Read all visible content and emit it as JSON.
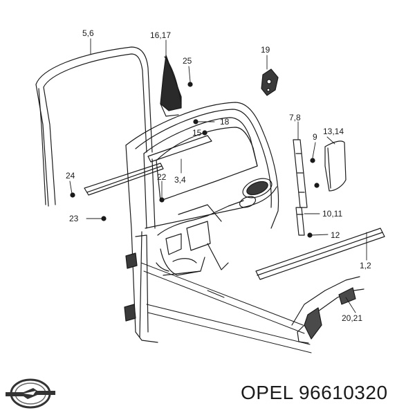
{
  "callouts": [
    {
      "id": "c56",
      "label": "5,6"
    },
    {
      "id": "c1617",
      "label": "16,17"
    },
    {
      "id": "c25",
      "label": "25"
    },
    {
      "id": "c19",
      "label": "19"
    },
    {
      "id": "c18",
      "label": "18"
    },
    {
      "id": "c15",
      "label": "15"
    },
    {
      "id": "c78",
      "label": "7,8"
    },
    {
      "id": "c9",
      "label": "9"
    },
    {
      "id": "c1314",
      "label": "13,14"
    },
    {
      "id": "c24",
      "label": "24"
    },
    {
      "id": "c22",
      "label": "22"
    },
    {
      "id": "c34",
      "label": "3,4"
    },
    {
      "id": "c23",
      "label": "23"
    },
    {
      "id": "c1011",
      "label": "10,11"
    },
    {
      "id": "c12",
      "label": "12"
    },
    {
      "id": "c12b",
      "label": "1,2"
    },
    {
      "id": "c2021",
      "label": "20,21"
    }
  ],
  "brand": {
    "caption": "OPEL 96610320",
    "logo_icon": "opel-logo-icon"
  }
}
